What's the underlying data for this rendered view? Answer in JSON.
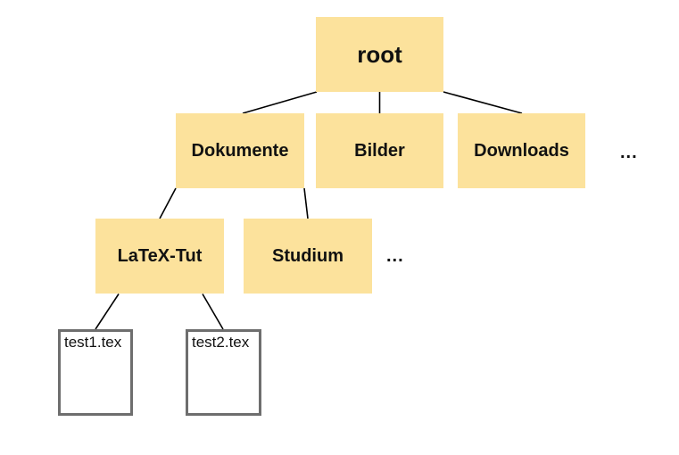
{
  "diagram": {
    "kind": "file-system-tree",
    "colors": {
      "folder_fill": "#FCE29C",
      "file_border": "#6E6E6E",
      "edge_stroke": "#000000",
      "text": "#111111",
      "background": "#FFFFFF"
    },
    "tree": {
      "root": {
        "label": "root",
        "type": "folder",
        "children": [
          {
            "label": "Dokumente",
            "type": "folder",
            "children": [
              {
                "label": "LaTeX-Tut",
                "type": "folder",
                "children": [
                  {
                    "label": "test1.tex",
                    "type": "file"
                  },
                  {
                    "label": "test2.tex",
                    "type": "file"
                  }
                ]
              },
              {
                "label": "Studium",
                "type": "folder"
              },
              {
                "label": "...",
                "type": "more"
              }
            ]
          },
          {
            "label": "Bilder",
            "type": "folder"
          },
          {
            "label": "Downloads",
            "type": "folder"
          },
          {
            "label": "...",
            "type": "more"
          }
        ]
      }
    }
  }
}
